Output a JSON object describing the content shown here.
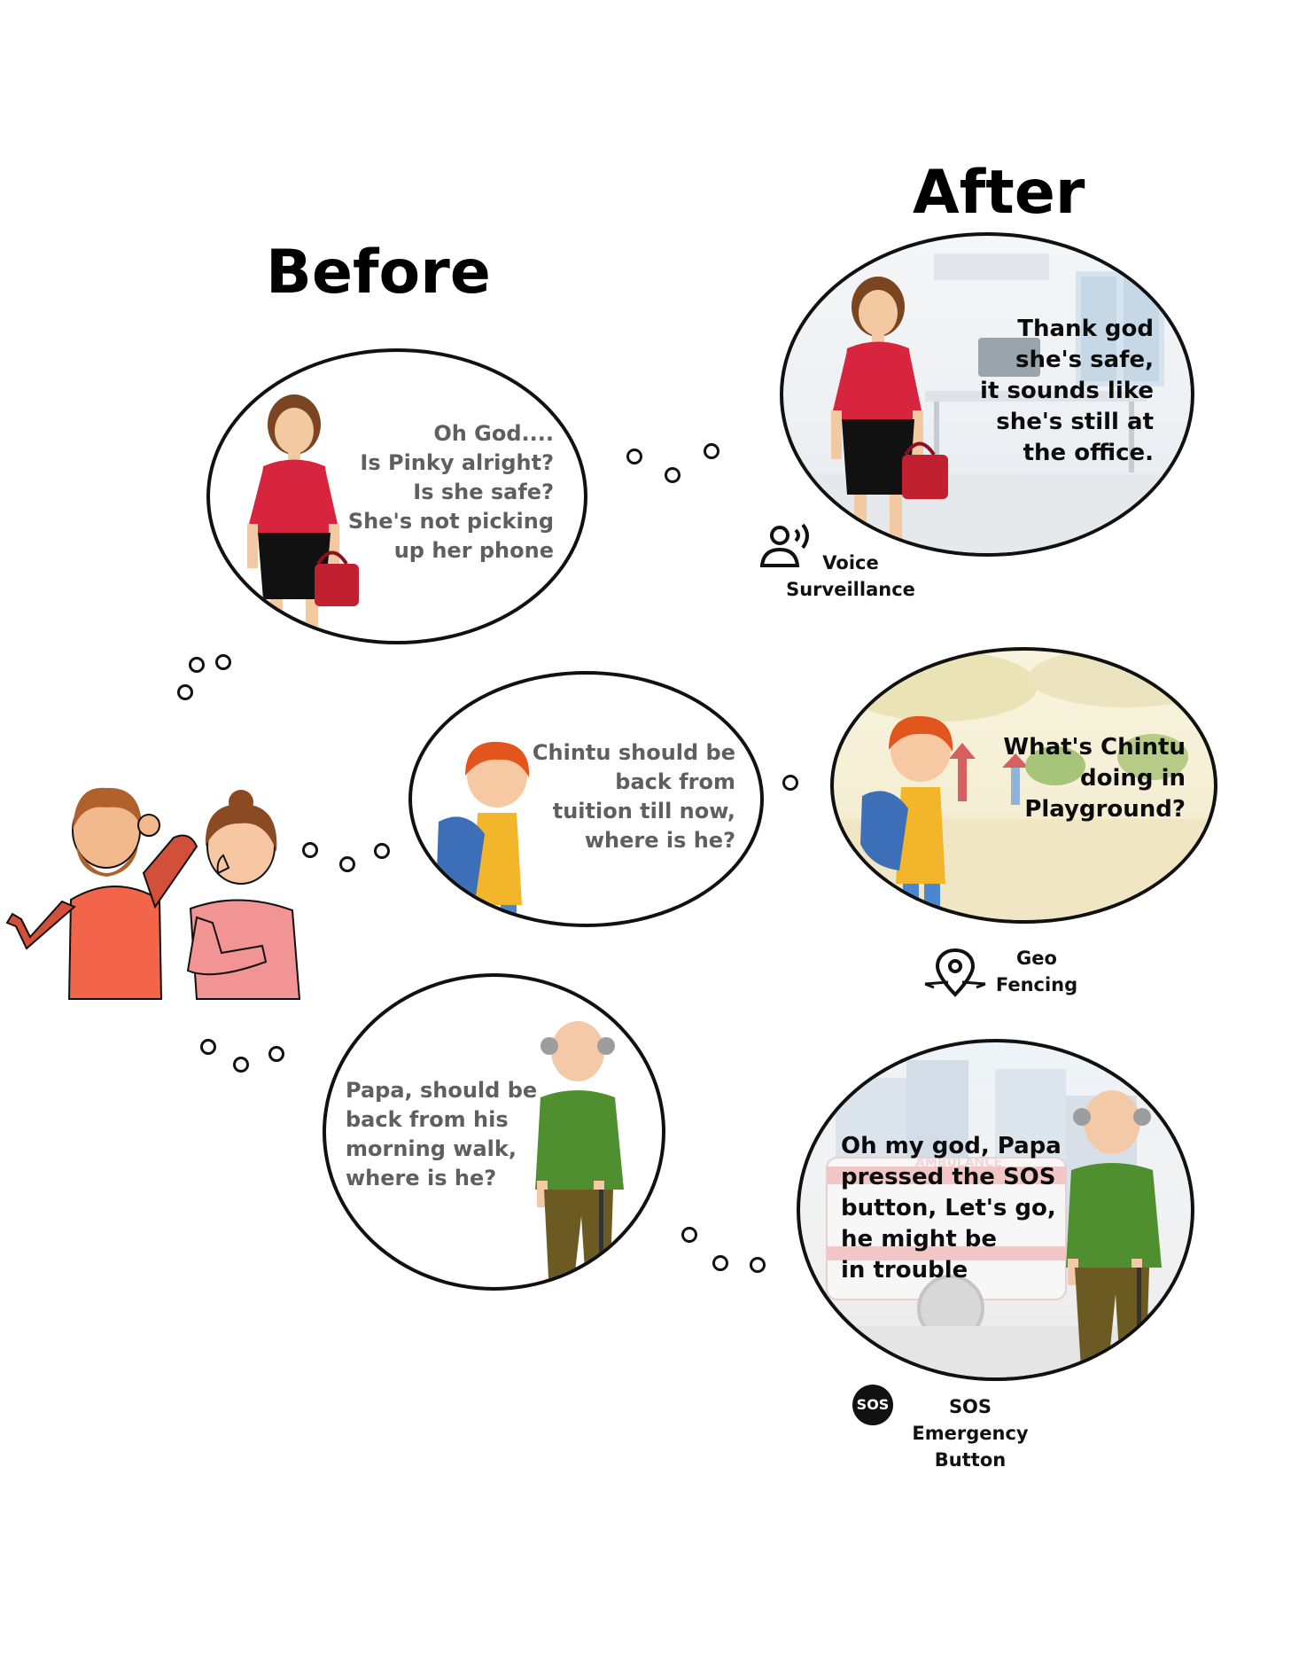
{
  "headings": {
    "before": "Before",
    "after": "After"
  },
  "before": {
    "mother_thought": "Oh God....\nIs Pinky alright?\nIs she safe?\nShe's not picking\nup her phone",
    "chintu_thought": "Chintu should be\nback from\ntuition till now,\nwhere is he?",
    "papa_thought": "Papa, should be\nback from his\nmorning walk,\nwhere is he?"
  },
  "after": {
    "office_text": "Thank god\nshe's safe,\nit sounds like\nshe's still at\nthe office.",
    "park_text": "What's Chintu\ndoing in\nPlayground?",
    "street_text": "Oh my god, Papa\npressed the SOS\nbutton, Let's go,\nhe might be\nin trouble",
    "ambulance_label": "AMBULANCE"
  },
  "features": {
    "voice": {
      "label": "Voice\nSurveillance",
      "icon": "voice-surveillance-icon"
    },
    "geo": {
      "label": "Geo\nFencing",
      "icon": "location-pin-icon"
    },
    "sos": {
      "label": "SOS\nEmergency\nButton",
      "icon": "sos-icon",
      "icon_text": "SOS"
    }
  },
  "colors": {
    "woman_top": "#d8253f",
    "skirt": "#111111",
    "bag": "#c0202f",
    "boy_hair": "#e2551c",
    "boy_shirt": "#f3b52a",
    "boy_bag": "#3d6fb8",
    "old_man_sweater": "#4f8f2f",
    "old_man_pants": "#6b5a22",
    "father_shirt": "#f2654a",
    "mother_shirt": "#f29394"
  }
}
